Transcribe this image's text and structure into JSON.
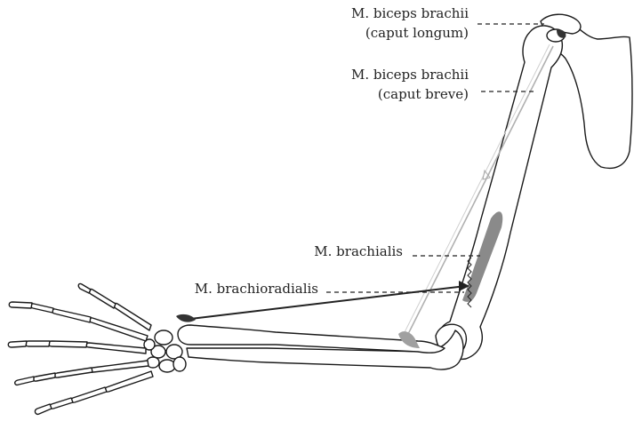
{
  "labels": {
    "biceps_long_1": "M. biceps brachii",
    "biceps_long_2": "(caput longum)",
    "biceps_short_1": "M. biceps brachii",
    "biceps_short_2": "(caput breve)",
    "brachialis": "M. brachialis",
    "brachioradialis": "M. brachioradialis"
  },
  "colors": {
    "outline": "#1a1a1a",
    "muscle_brachialis": "#8a8a8a",
    "muscle_biceps": "#b0b0b0",
    "muscle_brachioradialis": "#222222"
  }
}
